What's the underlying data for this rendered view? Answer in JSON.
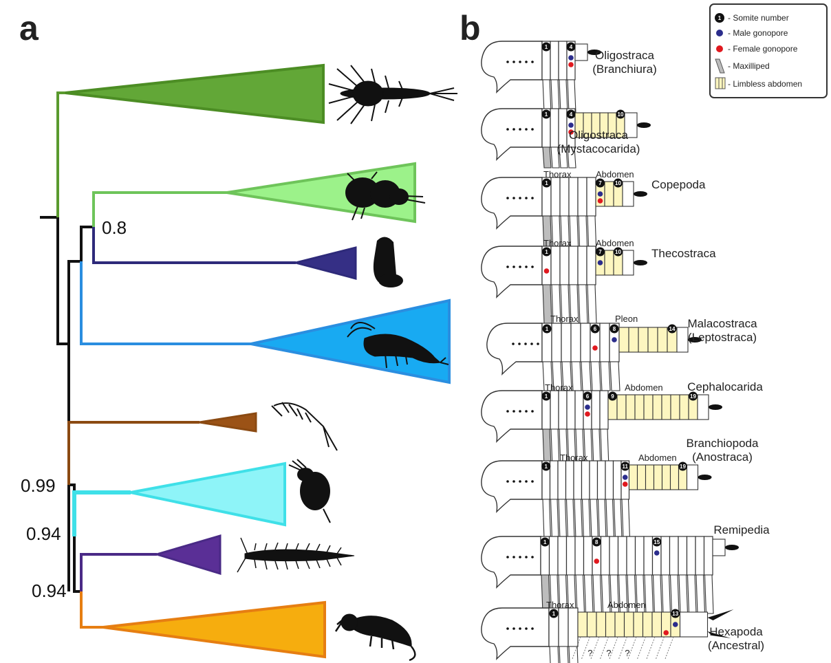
{
  "panel_a": {
    "label": "a",
    "support_values": [
      "0.8",
      "0.99",
      "0.94",
      "0.94"
    ],
    "clades": [
      {
        "color": "#5a9a2e",
        "fill": "#62a737",
        "icon": "branchiuran-silhouette-icon"
      },
      {
        "color": "#6ec45a",
        "fill": "#9cf28a",
        "icon": "copepod-silhouette-icon"
      },
      {
        "color": "#2e2a7a",
        "fill": "#352f85",
        "icon": "barnacle-silhouette-icon"
      },
      {
        "color": "#2a8ee0",
        "fill": "#18aaf2",
        "icon": "shrimp-silhouette-icon"
      },
      {
        "color": "#8b4a12",
        "fill": "#9b5216",
        "icon": "cephalocarid-silhouette-icon"
      },
      {
        "color": "#3fe0e8",
        "fill": "#8ef4f8",
        "icon": "daphnia-silhouette-icon"
      },
      {
        "color": "#4a2a86",
        "fill": "#5a2f96",
        "icon": "remipede-silhouette-icon"
      },
      {
        "color": "#e67e12",
        "fill": "#f6ad0e",
        "icon": "springtail-silhouette-icon"
      }
    ]
  },
  "panel_b": {
    "label": "b",
    "legend": [
      {
        "symbol": "1",
        "text": "- Somite number"
      },
      {
        "symbol": "blue-dot",
        "text": "- Male gonopore",
        "color": "#2b2d8c"
      },
      {
        "symbol": "red-dot",
        "text": "- Female gonopore",
        "color": "#e0191f"
      },
      {
        "symbol": "maxilliped",
        "text": "- Maxilliped"
      },
      {
        "symbol": "limbless",
        "text": "- Limbless abdomen"
      }
    ],
    "taxa": [
      {
        "name": "Oligostraca",
        "sub": "(Branchiura)",
        "thorax_label": "",
        "abdomen_label": "",
        "numbers": [
          "1",
          "4"
        ]
      },
      {
        "name": "Oligostraca",
        "sub": "(Mystacocarida)",
        "thorax_label": "",
        "abdomen_label": "",
        "numbers": [
          "1",
          "4",
          "10"
        ]
      },
      {
        "name": "Copepoda",
        "sub": "",
        "thorax_label": "Thorax",
        "abdomen_label": "Abdomen",
        "numbers": [
          "1",
          "7",
          "10"
        ]
      },
      {
        "name": "Thecostraca",
        "sub": "",
        "thorax_label": "Thorax",
        "abdomen_label": "Abdomen",
        "numbers": [
          "1",
          "7",
          "10"
        ]
      },
      {
        "name": "Malacostraca",
        "sub": "(Leptostraca)",
        "thorax_label": "Thorax",
        "abdomen_label": "Pleon",
        "numbers": [
          "1",
          "6",
          "8",
          "14"
        ]
      },
      {
        "name": "Cephalocarida",
        "sub": "",
        "thorax_label": "Thorax",
        "abdomen_label": "Abdomen",
        "numbers": [
          "1",
          "6",
          "9",
          "19"
        ]
      },
      {
        "name": "Branchiopoda",
        "sub": "(Anostraca)",
        "thorax_label": "Thorax",
        "abdomen_label": "Abdomen",
        "numbers": [
          "1",
          "11",
          "19"
        ]
      },
      {
        "name": "Remipedia",
        "sub": "",
        "thorax_label": "",
        "abdomen_label": "",
        "numbers": [
          "1",
          "8",
          "15"
        ]
      },
      {
        "name": "Hexapoda",
        "sub": "(Ancestral)",
        "thorax_label": "Thorax",
        "abdomen_label": "Abdomen",
        "numbers": [
          "1",
          "13"
        ],
        "question_marks": "?"
      }
    ]
  }
}
